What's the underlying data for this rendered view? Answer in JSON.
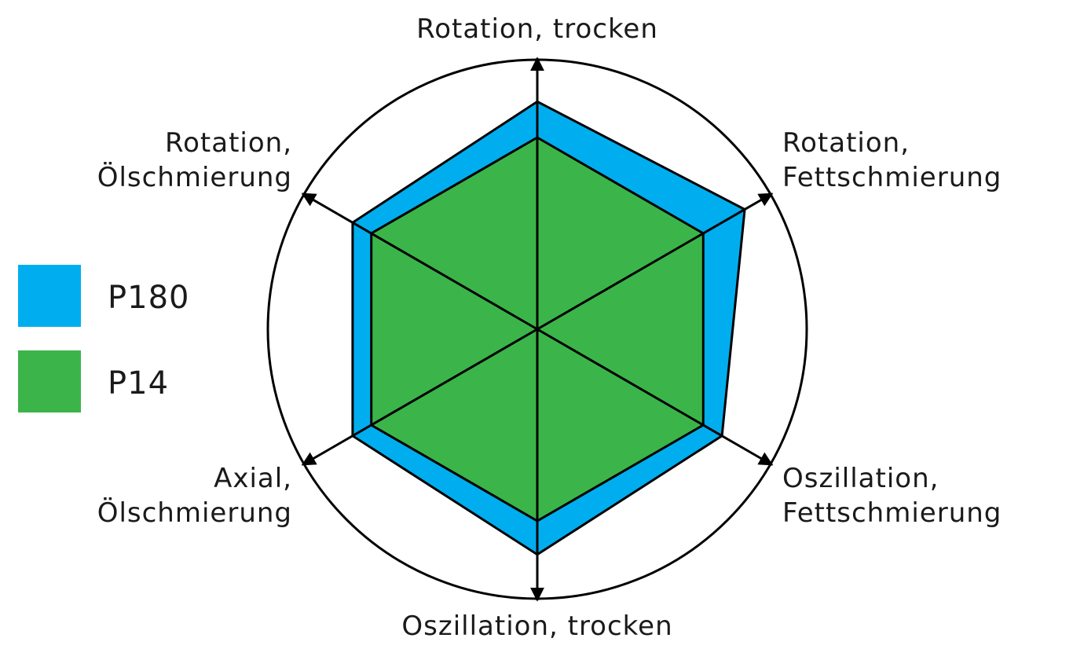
{
  "chart_data": {
    "type": "radar",
    "axes": [
      {
        "name": "Rotation, trocken",
        "lines": [
          "Rotation, trocken"
        ],
        "anchor": "middle"
      },
      {
        "name": "Rotation, Fettschmierung",
        "lines": [
          "Rotation,",
          "Fettschmierung"
        ],
        "anchor": "start"
      },
      {
        "name": "Oszillation, Fettschmierung",
        "lines": [
          "Oszillation,",
          "Fettschmierung"
        ],
        "anchor": "start"
      },
      {
        "name": "Oszillation, trocken",
        "lines": [
          "Oszillation, trocken"
        ],
        "anchor": "middle"
      },
      {
        "name": "Axial, Ölschmierung",
        "lines": [
          "Axial,",
          "Ölschmierung"
        ],
        "anchor": "end"
      },
      {
        "name": "Rotation, Ölschmierung",
        "lines": [
          "Rotation,",
          "Ölschmierung"
        ],
        "anchor": "end"
      }
    ],
    "range": [
      0,
      1
    ],
    "series": [
      {
        "name": "P180",
        "color": "#00aeef",
        "values": [
          0.95,
          1.0,
          0.89,
          0.94,
          0.89,
          0.89
        ]
      },
      {
        "name": "P14",
        "color": "#3bb54a",
        "values": [
          0.8,
          0.8,
          0.8,
          0.8,
          0.8,
          0.8
        ]
      }
    ],
    "legend": "left",
    "outline_color": "#000000"
  }
}
